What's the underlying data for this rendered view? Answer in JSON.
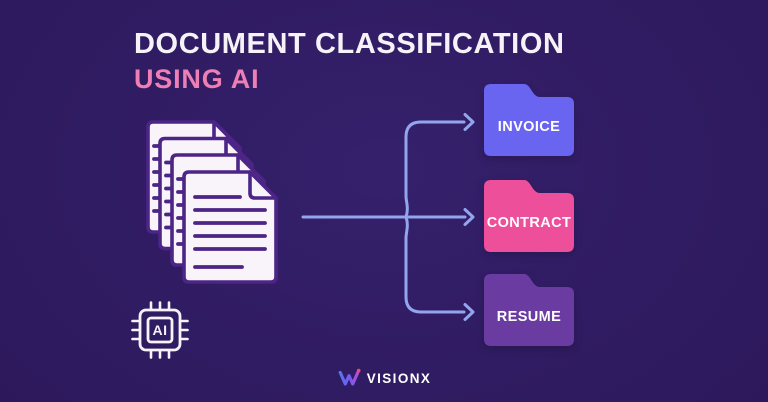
{
  "header": {
    "title": "DOCUMENT CLASSIFICATION",
    "subtitle": "USING AI"
  },
  "colors": {
    "background": "#2e1a5e",
    "title": "#f5f2f8",
    "subtitle": "#ee7fb4",
    "arrow": "#93a5ec",
    "document_outline": "#4c2587",
    "document_fill": "#f8f4f9",
    "chip": "#f5f2f8",
    "folder_label": "#ffffff"
  },
  "documents": {
    "icon": "documents-stack-icon",
    "page_count": 4
  },
  "chip": {
    "icon": "ai-chip-icon",
    "label": "AI"
  },
  "folders": [
    {
      "label": "INVOICE",
      "color": "#6a65f1"
    },
    {
      "label": "CONTRACT",
      "color": "#ee4f9b"
    },
    {
      "label": "RESUME",
      "color": "#6a3ca2"
    }
  ],
  "brand": {
    "name": "VISIONX",
    "mark": "visionx-w-mark"
  }
}
